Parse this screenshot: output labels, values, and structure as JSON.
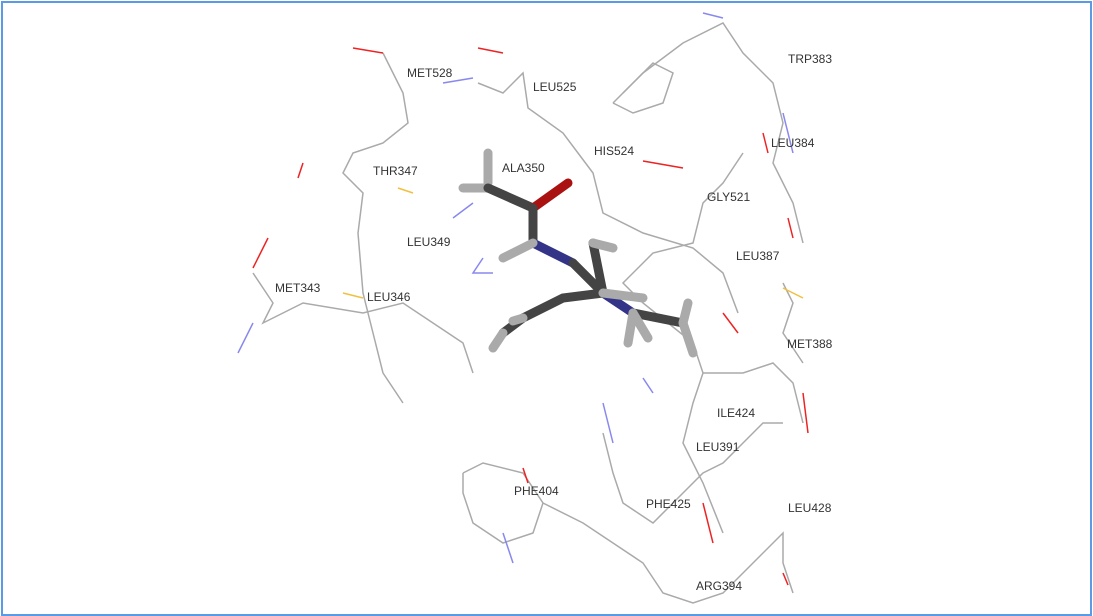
{
  "viewer": {
    "residue_labels": [
      {
        "id": "met528",
        "text": "MET528"
      },
      {
        "id": "leu525",
        "text": "LEU525"
      },
      {
        "id": "trp383",
        "text": "TRP383"
      },
      {
        "id": "his524",
        "text": "HIS524"
      },
      {
        "id": "leu384",
        "text": "LEU384"
      },
      {
        "id": "thr347",
        "text": "THR347"
      },
      {
        "id": "ala350",
        "text": "ALA350"
      },
      {
        "id": "gly521",
        "text": "GLY521"
      },
      {
        "id": "leu349",
        "text": "LEU349"
      },
      {
        "id": "leu387",
        "text": "LEU387"
      },
      {
        "id": "met343",
        "text": "MET343"
      },
      {
        "id": "leu346",
        "text": "LEU346"
      },
      {
        "id": "met388",
        "text": "MET388"
      },
      {
        "id": "ile424",
        "text": "ILE424"
      },
      {
        "id": "leu391",
        "text": "LEU391"
      },
      {
        "id": "phe404",
        "text": "PHE404"
      },
      {
        "id": "phe425",
        "text": "PHE425"
      },
      {
        "id": "leu428",
        "text": "LEU428"
      },
      {
        "id": "arg394",
        "text": "ARG394"
      }
    ],
    "colors": {
      "carbon": "#aaaaaa",
      "nitrogen": "#8888ee",
      "oxygen": "#ee2222",
      "sulfur": "#f0c040",
      "ligand_c": "#444444",
      "ligand_h": "#aaaaaa",
      "ligand_n": "#333388",
      "ligand_o": "#aa1111",
      "border": "#5b9be6"
    }
  }
}
